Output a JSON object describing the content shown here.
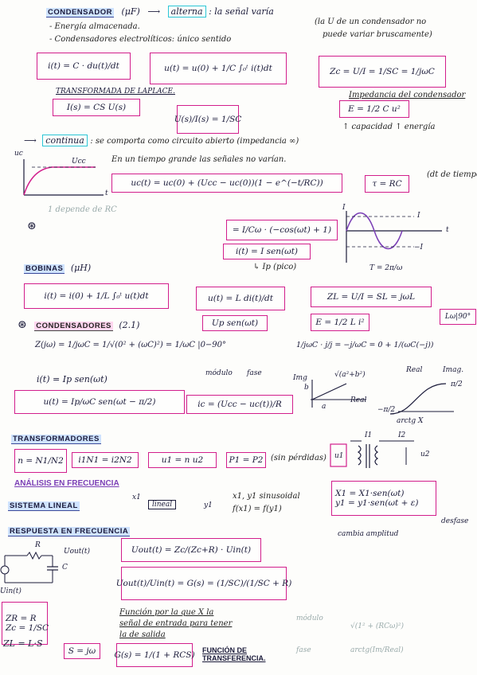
{
  "condensador": {
    "title": "CONDENSADOR",
    "unit": "(μF)",
    "alterna_label": "alterna",
    "alterna_desc": ": la señal varía",
    "side_note_1": "(la U de un condensador no",
    "side_note_2": "puede variar bruscamente)",
    "bullet_1": "- Energía almacenada.",
    "bullet_2": "- Condensadores electrolíticos: único sentido",
    "eq_i": "i(t) = C · du(t)/dt",
    "eq_u": "u(t) = u(0) + 1/C ∫₀ᵗ i(t)dt",
    "eq_zc": "Zc = U/I = 1/SC = 1/jωC",
    "laplace_label": "TRANSFORMADA DE LAPLACE.",
    "eq_laplace": "I(s) = CS U(s)",
    "eq_ratio": "U(s)/I(s) = 1/SC",
    "impedancia_label": "Impedancia del condensador",
    "eq_energy": "E = 1/2 C u²",
    "capacity_note": "↑ capacidad ↑ energía"
  },
  "continua": {
    "label": "continua",
    "desc_1": ": se comporta como circuito abierto (impedancia ∞)",
    "desc_2": "En un tiempo grande las señales no varían.",
    "axis_u": "uc",
    "axis_t": "t",
    "curve_label": "Ucc",
    "eq_uc": "uc(t) = uc(0) + (Ucc − uc(0))(1 − e^(−t/RC))",
    "tau": "τ = RC",
    "tau_note": "(dt de tiempo)",
    "grey_note": "1 depende de RC"
  },
  "sin_example": {
    "marker": "⊛",
    "eq_u": "= I/Cω · (−cos(ωt) + 1)",
    "eq_i": "i(t) = I sen(ωt)",
    "ip_note": "↳ Ip (pico)",
    "label_I": "I",
    "label_minus_I": "−I",
    "label_t": "t",
    "period": "T = 2π/ω"
  },
  "bobinas": {
    "title": "BOBINAS",
    "unit": "(μH)",
    "eq_i": "i(t) = i(0) + 1/L ∫₀ᵗ u(t)dt",
    "eq_u": "u(t) = L di(t)/dt",
    "eq_zl": "ZL = U/I = SL = jωL",
    "eq_energy": "E = 1/2 L i²",
    "phase_box": "Lω|90°",
    "up_note": "Up sen(ωt)"
  },
  "condensadores_ac": {
    "marker": "⊛",
    "title": "CONDENSADORES",
    "subtitle": "(2.1)",
    "eq_z": "Z(jω) = 1/jωC = 1/√(0² + (ωC)²) = 1/ωC |0−90°",
    "modulo": "módulo",
    "fase": "fase",
    "eq_j": "1/jωC · j/j = −j/ωC = 0 + 1/(ωC(−j))",
    "real_label": "Real",
    "imag_label": "Imag.",
    "eq_i": "i(t) = Ip sen(ωt)",
    "eq_u": "u(t) = Ip/ωC sen(ωt − π/2)",
    "eq_ic": "ic = (Ucc − uc(t))/R",
    "plot_im": "Img",
    "plot_real": "Real",
    "plot_b": "b",
    "plot_a": "a",
    "plot_mod": "√(a²+b²)",
    "pi_half": "π/2",
    "minus_pi_half": "−π/2",
    "arctg": "arctg X"
  },
  "transformadores": {
    "title": "TRANSFORMADORES",
    "eq_n": "n = N1/N2",
    "eq_iN": "i1N1 = i2N2",
    "eq_u": "u1 = n u2",
    "eq_p": "P1 = P2",
    "note": "(sin pérdidas)",
    "i1": "I1",
    "i2": "I2",
    "u1": "u1",
    "u2": "u2"
  },
  "analisis": {
    "title": "ANÁLISIS EN FRECUENCIA"
  },
  "sistema": {
    "title": "SISTEMA LINEAL",
    "x1": "x1",
    "box": "lineal",
    "y1": "y1",
    "note_1": "x1, y1 sinusoidal",
    "note_2": "f(x1) = f(y1)",
    "eq_x": "X1 = X1·sen(ωt)",
    "eq_y": "y1 = y1·sen(ωt + ε)",
    "desfase": "desfase",
    "cambio": "cambia amplitud"
  },
  "respuesta": {
    "title": "RESPUESTA EN FRECUENCIA",
    "R": "R",
    "C": "C",
    "uout": "Uout(t)",
    "uin": "Uin(t)",
    "eq_uout": "Uout(t) = Zc/(Zc+R) · Uin(t)",
    "eq_g": "Uout(t)/Uin(t) = G(s) = (1/SC)/(1/SC + R)",
    "zr": "ZR = R",
    "zc": "Zc = 1/SC",
    "zl": "ZL = L·S",
    "s": "S = jω",
    "explain_1": "Función por la que X la",
    "explain_2": "señal de entrada para tener",
    "explain_3": "la de salida",
    "eq_final": "G(s) = 1/(1 + RCS)",
    "funcion_label": "FUNCIÓN DE TRANSFERENCIA.",
    "grey_mod": "módulo",
    "grey_mod_eq": "√(1² + (RCω)²)",
    "grey_fase": "fase",
    "grey_fase_eq": "arctg(Im/Real)"
  },
  "colors": {
    "box": "#d21e8c",
    "highlight_blue": "#cfe3ff",
    "highlight_pink": "#ffd6ef",
    "ink": "#1b1b3a"
  }
}
